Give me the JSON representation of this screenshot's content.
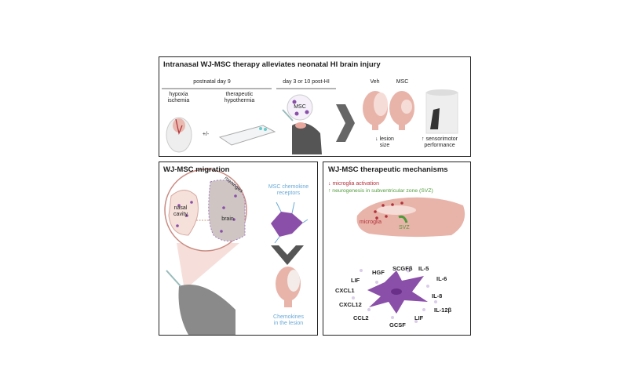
{
  "top": {
    "title": "Intranasal WJ-MSC therapy alleviates neonatal HI brain injury",
    "postnatal_day": "postnatal day 9",
    "post_hi": "day 3 or 10 post-HI",
    "hypoxia": "hypoxia",
    "ischemia": "ischemia",
    "therapeutic": "therapeutic",
    "hypothermia": "hypothermia",
    "plus_minus": "+/-",
    "msc_bubble": "MSC",
    "veh": "Veh",
    "msc": "MSC",
    "lesion_1": "↓ lesion",
    "lesion_2": "size",
    "sensorimotor_1": "↑ sensorimotor",
    "sensorimotor_2": "performance"
  },
  "migration": {
    "title": "WJ-MSC migration",
    "meninges": "meninges",
    "nasal": "nasal",
    "cavity": "cavity",
    "brain": "brain",
    "receptors_1": "MSC chemokine",
    "receptors_2": "receptors",
    "chemokines_1": "Chemokines",
    "chemokines_2": "in the lesion"
  },
  "mechanisms": {
    "title": "WJ-MSC therapeutic mechanisms",
    "microglia_activation": "↓ microglia activation",
    "neurogenesis": "↑ neurogenesis in subventricular zone (SVZ)",
    "microglia": "microglia",
    "svz": "SVZ",
    "cytokines": [
      "HGF",
      "SCGFβ",
      "IL-5",
      "IL-6",
      "IL-8",
      "IL-12β",
      "LIF",
      "GCSF",
      "CCL2",
      "CXCL12",
      "CXCL1",
      "LIF"
    ]
  },
  "colors": {
    "red": "#b2313a",
    "green": "#4f9a3a",
    "blue": "#6aa9d6",
    "purple": "#8a4fa8",
    "brain": "#e8b4aa",
    "gray": "#8a8a8a"
  }
}
